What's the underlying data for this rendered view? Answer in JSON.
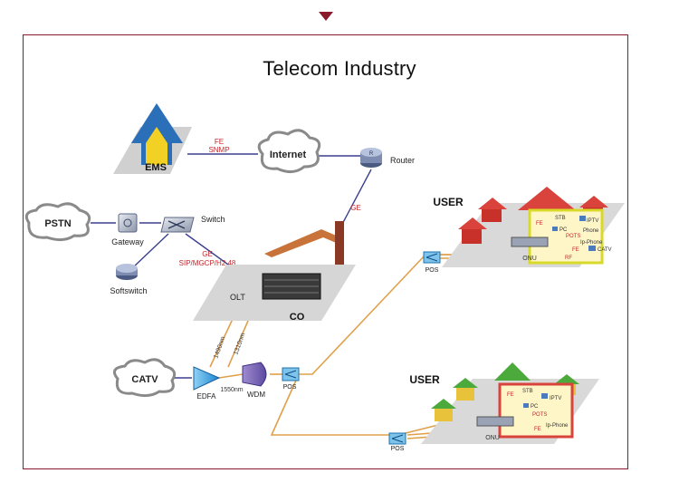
{
  "title": "Telecom Industry",
  "nodes": {
    "ems": "EMS",
    "internet": "Internet",
    "router": "Router",
    "pstn": "PSTN",
    "gateway": "Gateway",
    "switch": "Switch",
    "softswitch": "Softswitch",
    "olt": "OLT",
    "co": "CO",
    "catv": "CATV",
    "edfa": "EDFA",
    "wdm": "WDM",
    "pos": "POS",
    "user": "USER",
    "onu": "ONU"
  },
  "links": {
    "fe": "FE",
    "snmp": "SNMP",
    "ge": "GE",
    "ge_protocols": "SIP/MGCP/H2.48",
    "wl_1490": "1490nm",
    "wl_1310": "1310nm",
    "wl_1550": "1550nm"
  },
  "user_devices": {
    "fe": "FE",
    "stb": "STB",
    "iptv": "IPTV",
    "pc": "PC",
    "pots": "POTS",
    "phone": "Phone",
    "ip_phone": "Ip-Phone",
    "catv": "CATV",
    "rf": "RF"
  },
  "colors": {
    "frame": "#8b1a2b",
    "accent_red": "#c0272d",
    "fiber": "#e0a04a",
    "platform": "#d9d9d9",
    "ems_blue": "#2a6fb8",
    "ems_yellow": "#f2d024",
    "house_red": "#d9433b",
    "house_green": "#4caa3c"
  }
}
